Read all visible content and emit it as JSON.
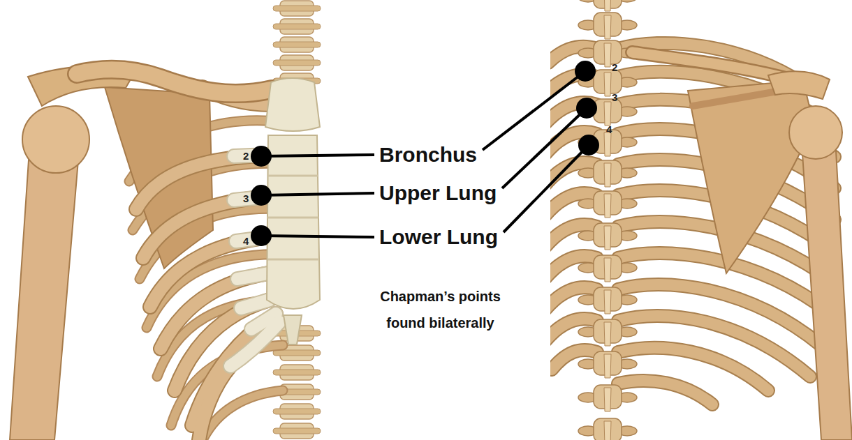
{
  "diagram": {
    "labels": [
      "2",
      "3",
      "4",
      "Bronchus",
      "Upper Lung",
      "Lower Lung",
      "2",
      "3",
      "4",
      "Chapman’s points found bilaterally"
    ]
  }
}
